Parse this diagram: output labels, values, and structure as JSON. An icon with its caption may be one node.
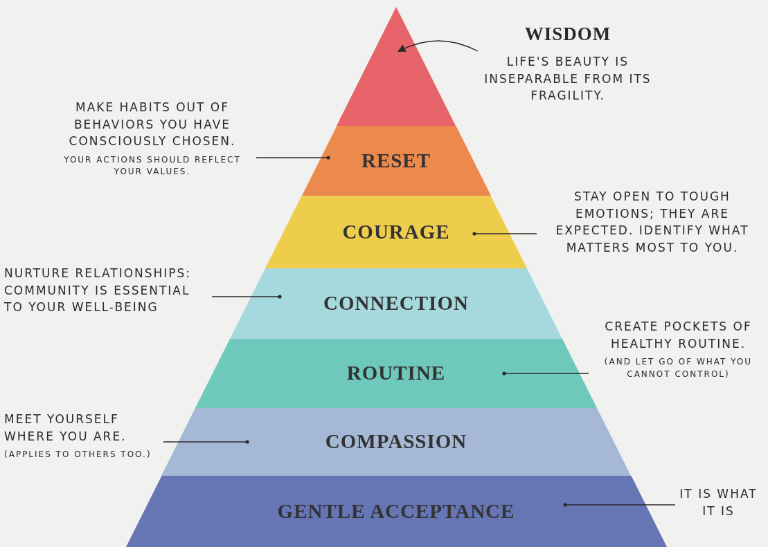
{
  "diagram": {
    "nodes": [
      {
        "text": [],
        "shape": "triangle"
      },
      {
        "text": [
          "WISDOM",
          "LIFE'S BEAUTY IS INSEPARABLE FROM ITS FRAGILITY."
        ]
      },
      {
        "text": [
          "MAKE HABITS OUT OF BEHAVIORS YOU HAVE CONSCIOUSLY CHOSEN.",
          "YOUR ACTIONS SHOULD REFLECT YOUR VALUES."
        ]
      },
      {
        "text": [
          "RESET"
        ]
      },
      {
        "text": [
          "COURAGE"
        ]
      },
      {
        "text": [
          "STAY OPEN TO TOUGH EMOTIONS; THEY ARE EXPECTED. IDENTIFY WHAT MATTERS MOST TO YOU."
        ]
      },
      {
        "text": [
          "NURTURE RELATIONSHIPS: COMMUNITY IS ESSENTIAL TO YOUR WELL-BEING"
        ]
      },
      {
        "text": [
          "CONNECTION"
        ]
      },
      {
        "text": [
          "CREATE POCKETS OF HEALTHY ROUTINE.",
          "(AND LET GO OF WHAT YOU CANNOT CONTROL)"
        ]
      },
      {
        "text": [
          "ROUTINE"
        ]
      },
      {
        "text": [
          "MEET YOURSELF WHERE YOU ARE.",
          "(APPLIES TO OTHERS TOO.)"
        ]
      },
      {
        "text": [
          "COMPASSION"
        ]
      },
      {
        "text": [
          "GENTLE ACCEPTANCE"
        ]
      },
      {
        "text": [
          "IT IS WHAT IT IS"
        ]
      }
    ],
    "edges": [
      {
        "from": 1,
        "to": 0,
        "arrow": "to"
      },
      {
        "from": 2,
        "to": 3,
        "arrow": "other"
      },
      {
        "from": 5,
        "to": 4,
        "arrow": "other"
      },
      {
        "from": 6,
        "to": 7,
        "arrow": "other"
      },
      {
        "from": 8,
        "to": 9,
        "arrow": "other"
      },
      {
        "from": 10,
        "to": 11,
        "arrow": "other"
      },
      {
        "from": 13,
        "to": 12,
        "arrow": "other"
      }
    ]
  }
}
